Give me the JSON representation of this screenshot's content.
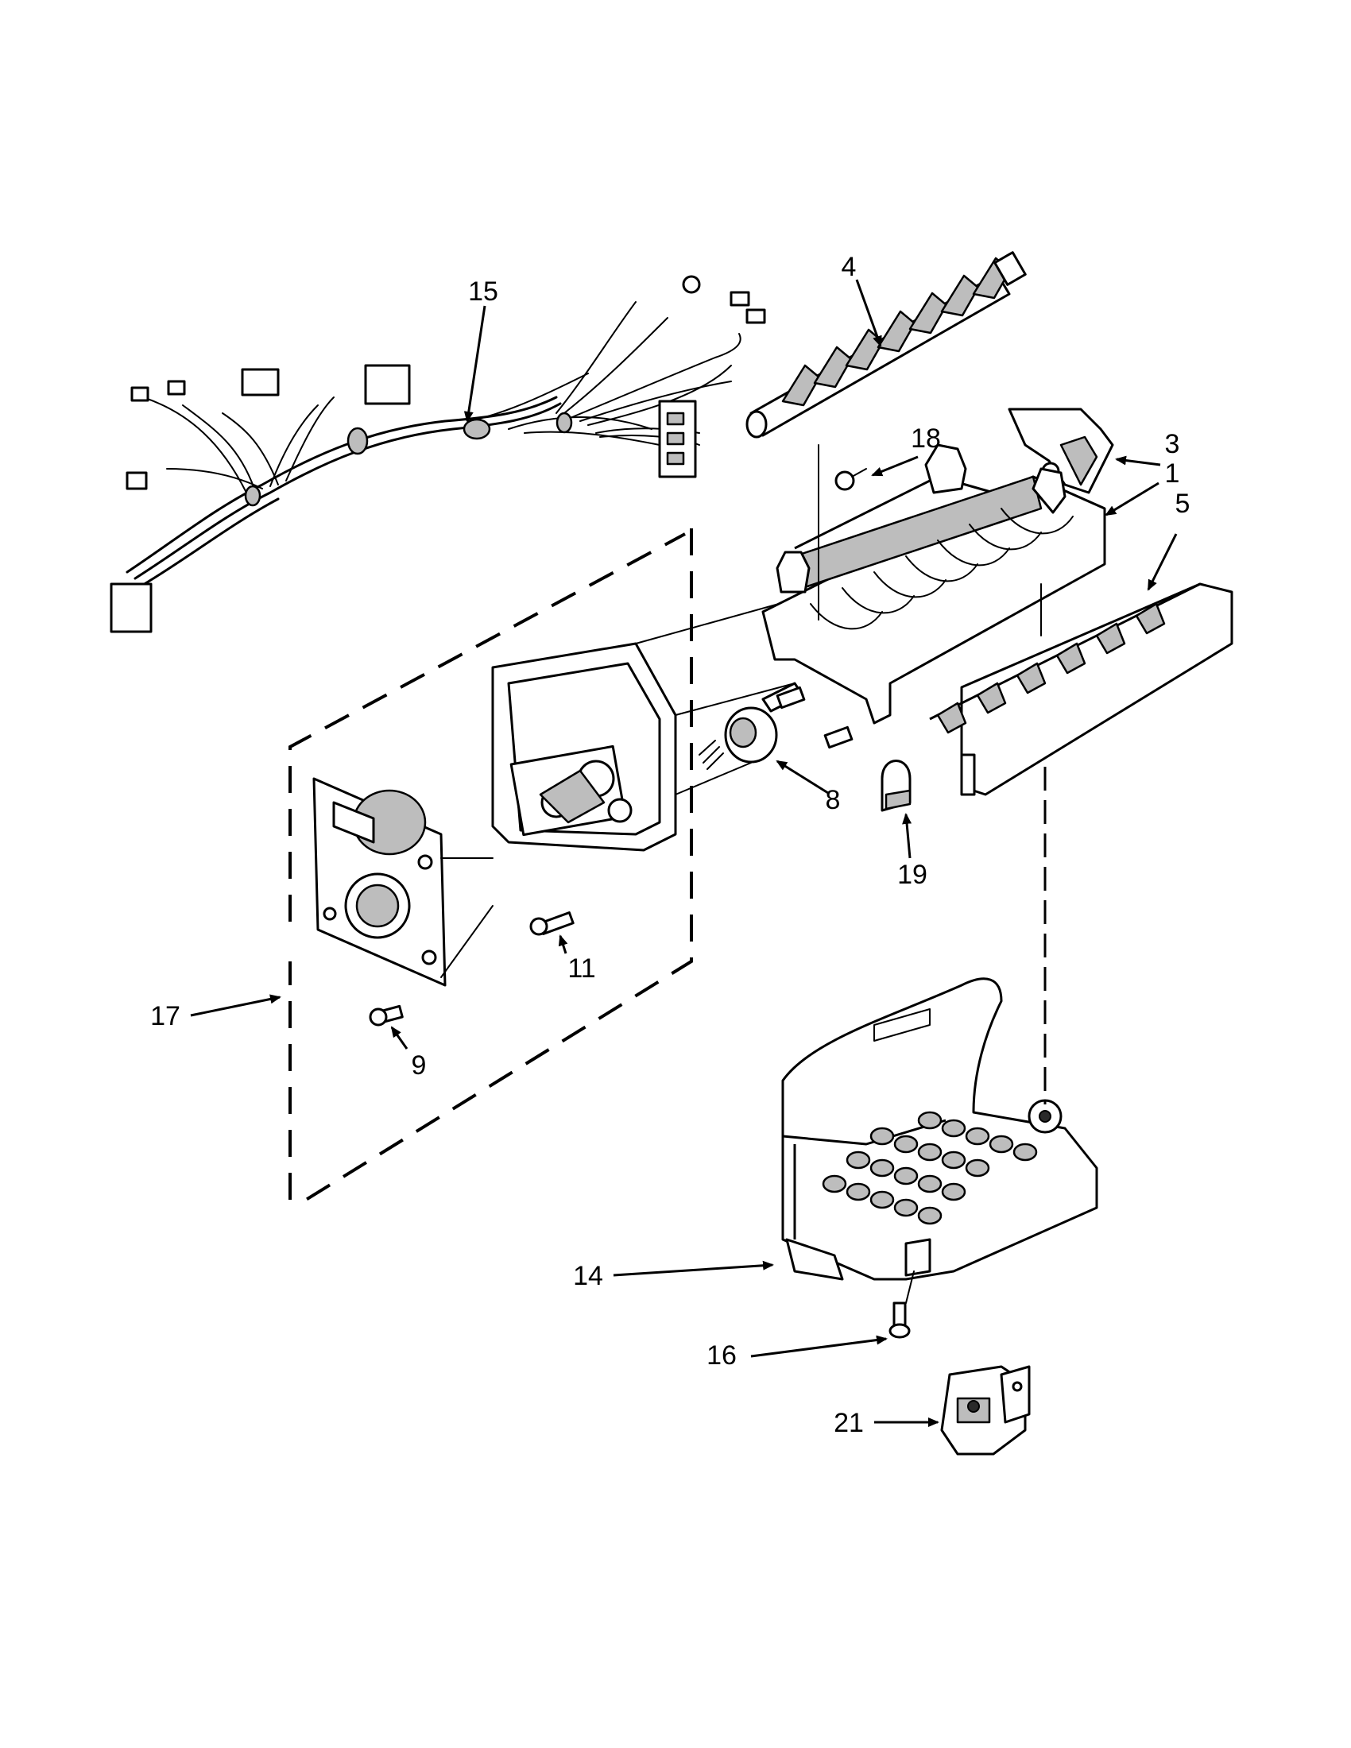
{
  "callouts": {
    "c1": "1",
    "c3": "3",
    "c4": "4",
    "c5": "5",
    "c8": "8",
    "c9": "9",
    "c11": "11",
    "c14": "14",
    "c15": "15",
    "c16": "16",
    "c17": "17",
    "c18": "18",
    "c19": "19",
    "c21": "21"
  },
  "icons": {
    "wire_harness": "wire-harness-icon",
    "ejector": "ejector-blade-icon",
    "mold": "ice-mold-icon",
    "stripper": "stripper-icon",
    "control": "control-module-icon",
    "water_valve": "water-valve-icon"
  }
}
